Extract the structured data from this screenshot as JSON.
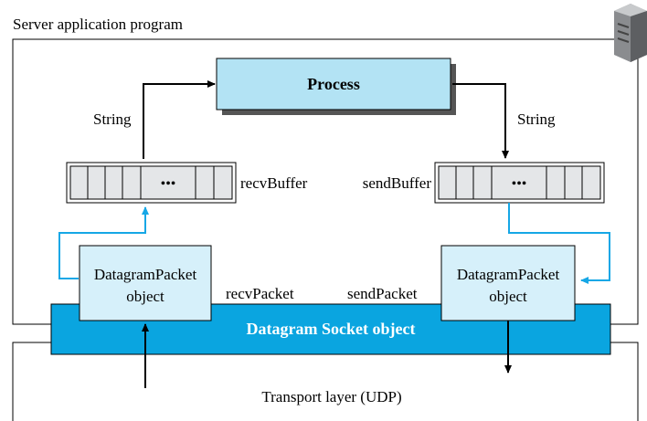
{
  "outer_title": "Server application program",
  "process_label": "Process",
  "string_left": "String",
  "string_right": "String",
  "recv_buffer_label": "recvBuffer",
  "send_buffer_label": "sendBuffer",
  "buffer_dots": "•••",
  "dgp_left_line1": "DatagramPacket",
  "dgp_left_line2": "object",
  "dgp_right_line1": "DatagramPacket",
  "dgp_right_line2": "object",
  "recv_packet_label": "recvPacket",
  "send_packet_label": "sendPacket",
  "socket_label": "Datagram Socket object",
  "transport_label": "Transport layer (UDP)",
  "icons": [
    "server-icon"
  ],
  "colors": {
    "process_fill": "#b3e3f4",
    "socket_fill": "#0aa5e0",
    "packet_fill": "#d6f0fa",
    "buffer_fill": "#e4e6e8",
    "blue_arrow": "#16a7e6"
  }
}
